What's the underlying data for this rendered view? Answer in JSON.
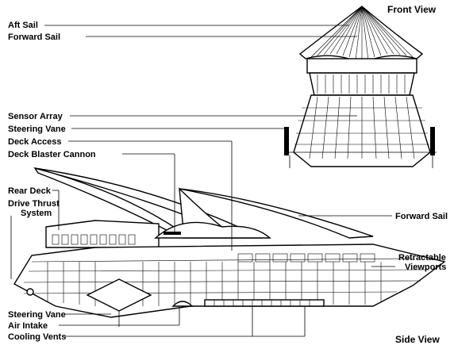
{
  "views": {
    "front": "Front View",
    "side": "Side View"
  },
  "labels": {
    "aft_sail": "Aft Sail",
    "forward_sail_top": "Forward Sail",
    "sensor_array": "Sensor Array",
    "steering_vane_top": "Steering Vane",
    "deck_access": "Deck Access",
    "deck_blaster_cannon": "Deck Blaster Cannon",
    "rear_deck": "Rear Deck",
    "drive_thrust_1": "Drive Thrust",
    "drive_thrust_2": "System",
    "forward_sail_side": "Forward Sail",
    "retractable_1": "Retractable",
    "retractable_2": "Viewports",
    "steering_vane_bottom": "Steering Vane",
    "air_intake": "Air Intake",
    "cooling_vents": "Cooling Vents"
  }
}
